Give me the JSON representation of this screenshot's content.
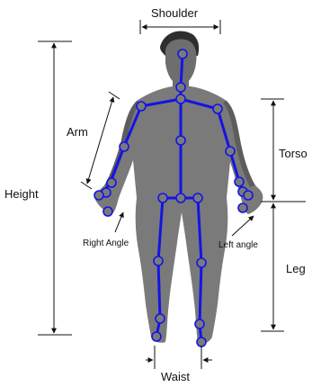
{
  "labels": {
    "shoulder": "Shoulder",
    "height": "Height",
    "arm": "Arm",
    "torso": "Torso",
    "right_angle": "Right Angle",
    "left_angle": "Left angle",
    "leg": "Leg",
    "waist": "Waist"
  },
  "colors": {
    "silhouette": "#7a7a7a",
    "silhouette_dark": "#3c3c3c",
    "skeleton": "#1414e6",
    "annotation": "#111111",
    "background": "#ffffff"
  }
}
